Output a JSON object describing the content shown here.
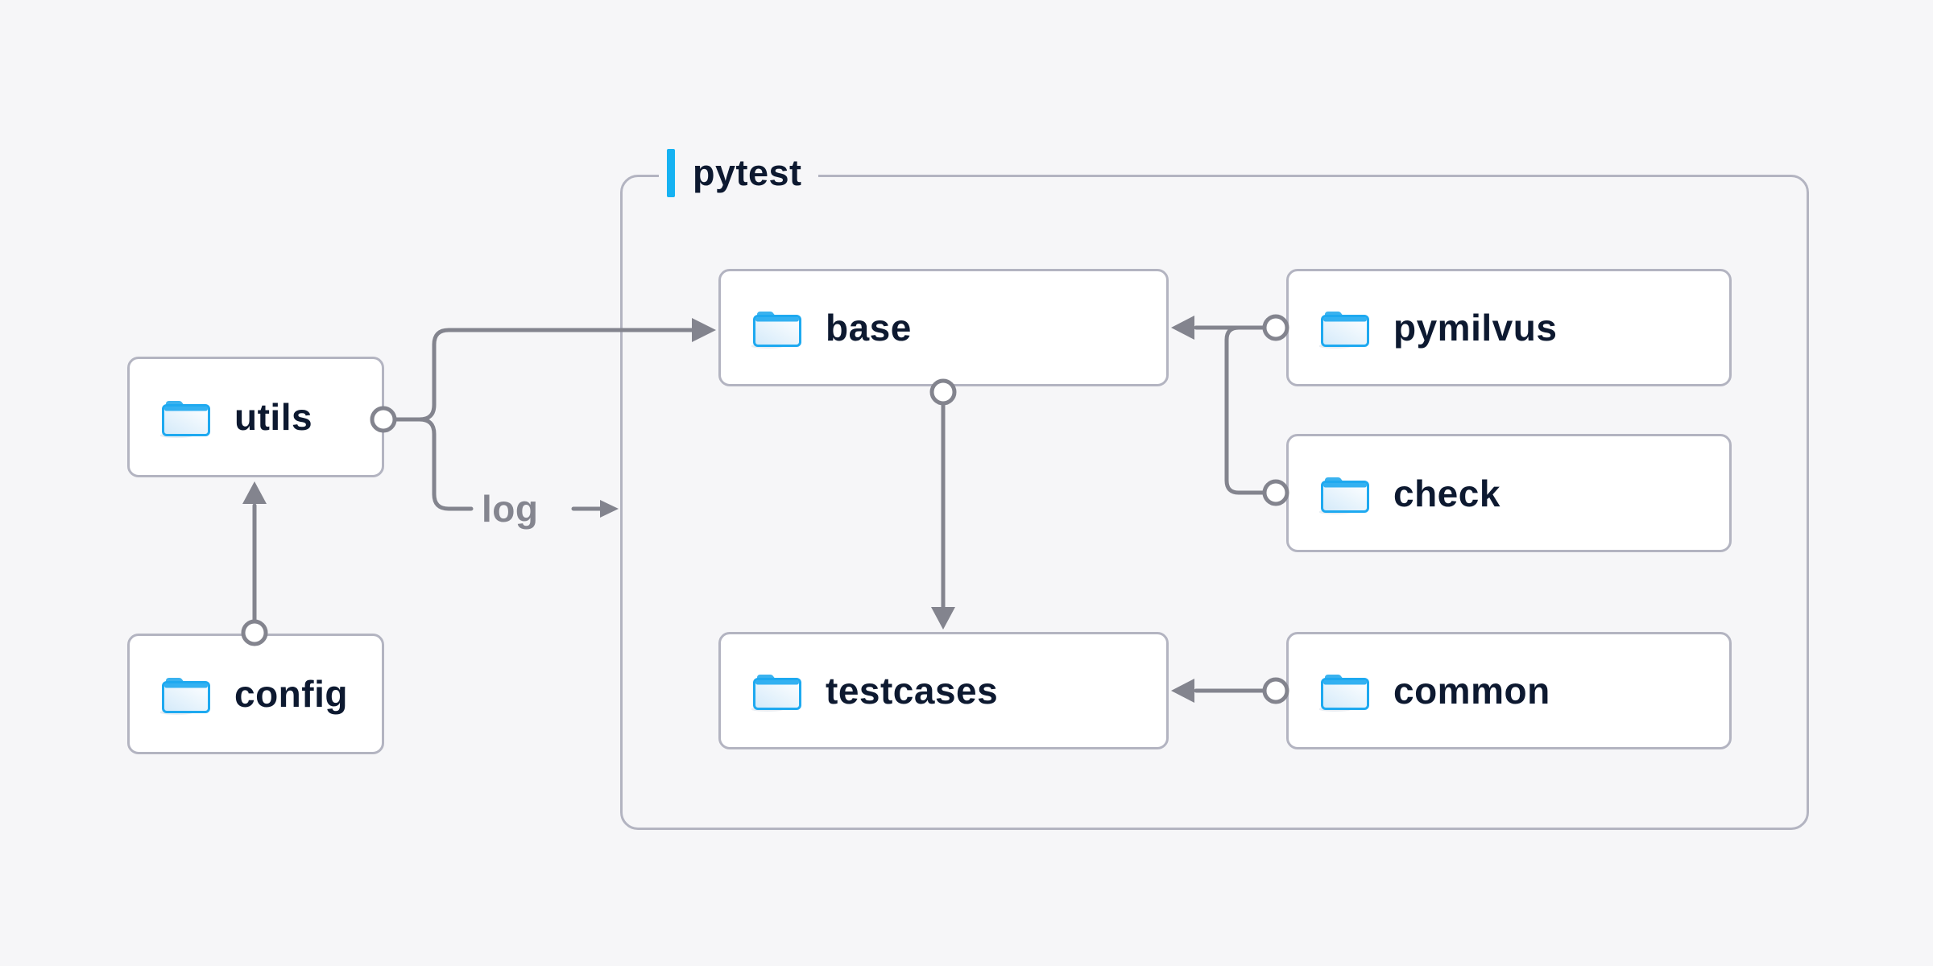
{
  "diagram": {
    "group": {
      "label": "pytest"
    },
    "nodes": [
      {
        "id": "utils",
        "label": "utils",
        "icon": "folder-icon"
      },
      {
        "id": "config",
        "label": "config",
        "icon": "folder-icon"
      },
      {
        "id": "base",
        "label": "base",
        "icon": "folder-icon"
      },
      {
        "id": "testcases",
        "label": "testcases",
        "icon": "folder-icon"
      },
      {
        "id": "pymilvus",
        "label": "pymilvus",
        "icon": "folder-icon"
      },
      {
        "id": "check",
        "label": "check",
        "icon": "folder-icon"
      },
      {
        "id": "common",
        "label": "common",
        "icon": "folder-icon"
      }
    ],
    "edge_label": "log",
    "edges": [
      {
        "from": "config",
        "to": "utils"
      },
      {
        "from": "utils",
        "to": "base"
      },
      {
        "from": "utils",
        "to": "log"
      },
      {
        "from": "base",
        "to": "testcases"
      },
      {
        "from": "pymilvus",
        "to": "base"
      },
      {
        "from": "check",
        "to": "base"
      },
      {
        "from": "common",
        "to": "testcases"
      }
    ],
    "connector_style": {
      "source_marker": "circle",
      "target_marker": "arrow"
    },
    "colors": {
      "background": "#f6f6f8",
      "node_fill": "#ffffff",
      "node_border": "#b3b4c1",
      "node_text": "#0d1930",
      "connector": "#83848e",
      "accent_bar": "#16b2f2",
      "edge_label_text": "#84858f",
      "folder_blue": "#1ea9f0"
    }
  }
}
